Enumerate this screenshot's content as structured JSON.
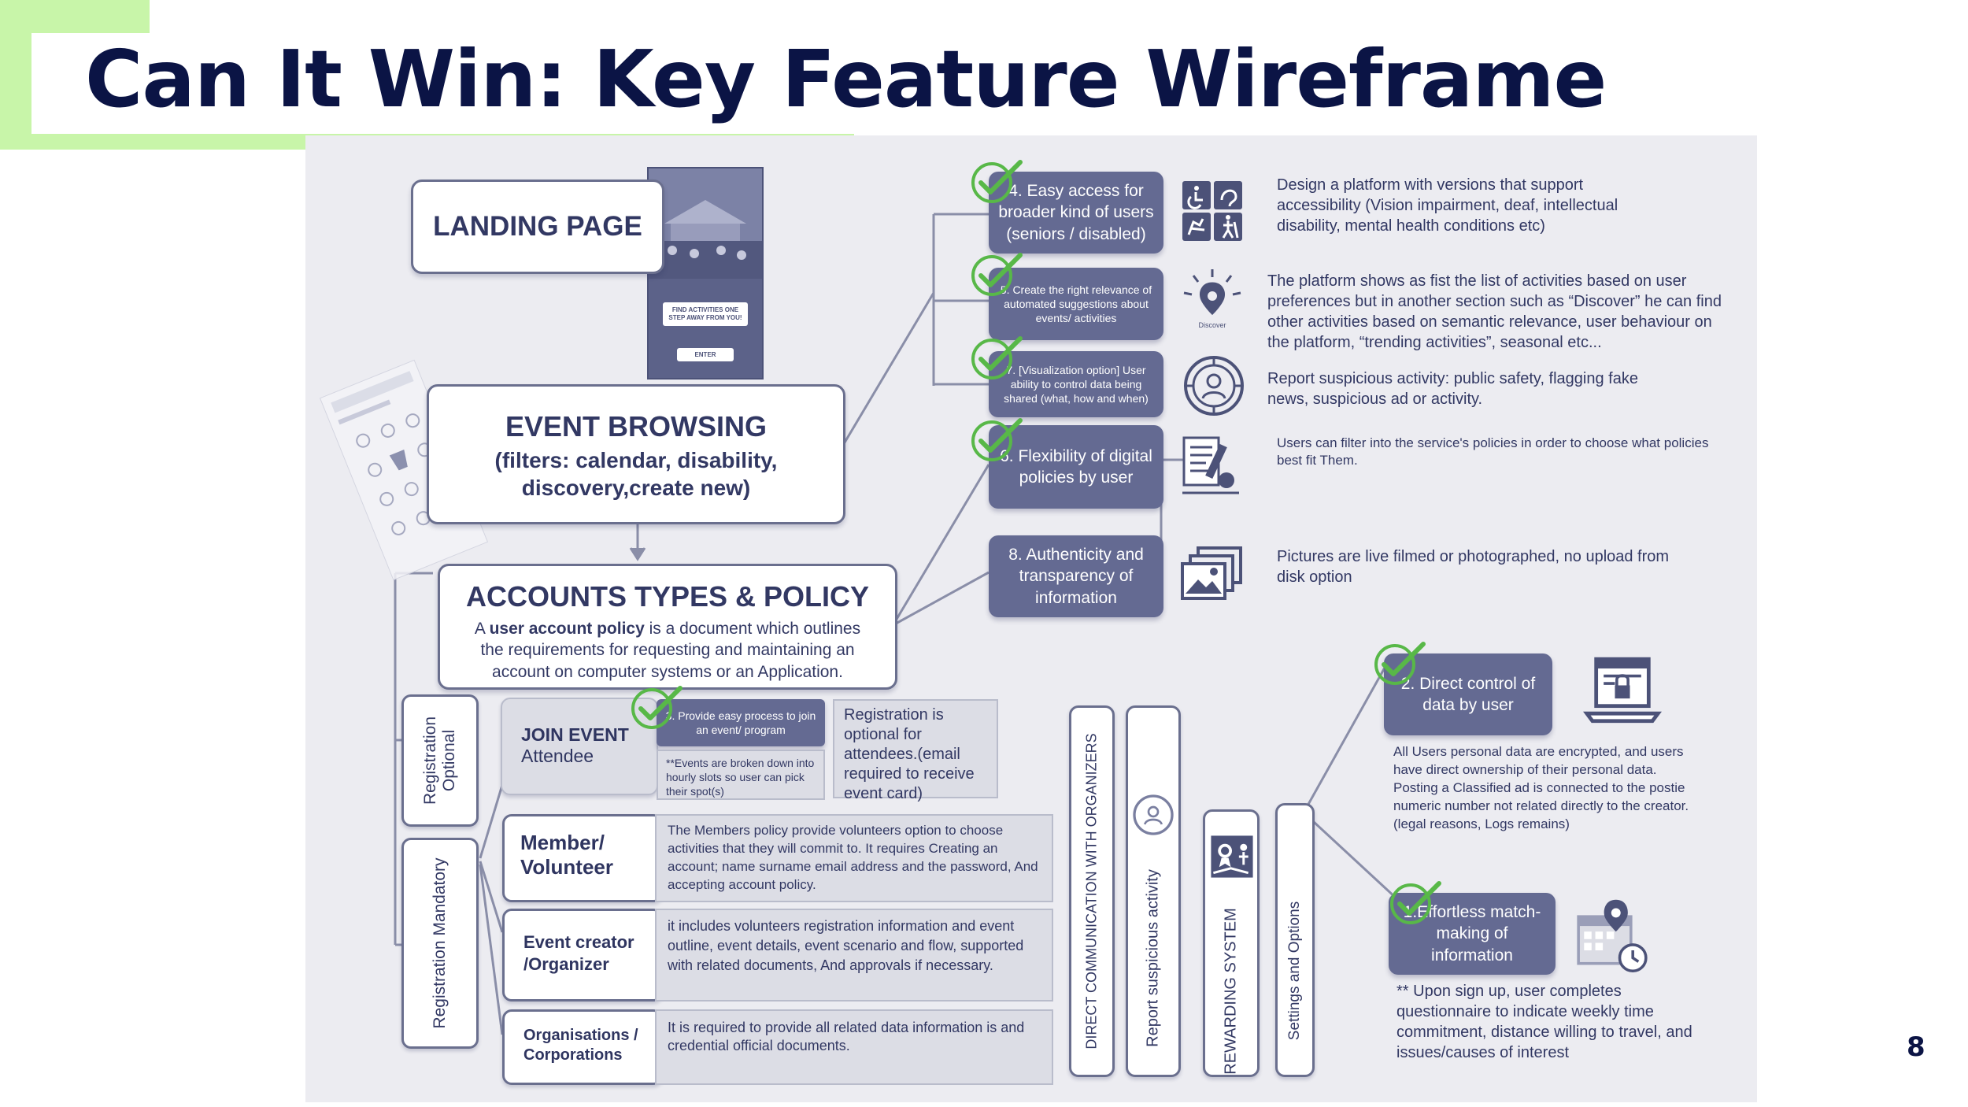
{
  "title": "Can It Win: Key Feature Wireframe",
  "page_number": "8",
  "landing": {
    "title": "LANDING PAGE",
    "phone_text": "FIND ACTIVITIES ONE STEP AWAY FROM YOU!",
    "phone_button": "ENTER"
  },
  "event_browsing": {
    "title": "EVENT BROWSING",
    "subtitle": "(filters: calendar, disability, discovery,create new)"
  },
  "accounts": {
    "title": "ACCOUNTS TYPES & POLICY",
    "desc_prefix": "A ",
    "desc_bold": "user account policy",
    "desc_suffix": " is a document which outlines the requirements for requesting and maintaining an account on computer systems or an Application."
  },
  "features": [
    {
      "label": "4. Easy access for broader kind of users (seniors / disabled)",
      "icon": "accessibility-icon",
      "desc": "Design a platform with versions that support accessibility (Vision impairment, deaf, intellectual disability, mental health conditions etc)"
    },
    {
      "label": "5. Create the right relevance of automated suggestions about events/ activities",
      "icon": "discover-icon",
      "icon_label": "Discover",
      "desc": "The platform shows as fist the list of activities based on user preferences but in another section such as “Discover” he can find other activities based on semantic relevance, user behaviour on the platform, “trending activities”, seasonal etc..."
    },
    {
      "label": "7. [Visualization option] User ability to control data being shared (what, how and when)",
      "icon": "user-shield-icon",
      "desc": "Report suspicious activity: public safety, flagging fake news, suspicious ad or activity."
    },
    {
      "label": "6. Flexibility of digital policies by user",
      "icon": "policy-document-icon",
      "desc": "Users can filter into the service's policies in order to choose what policies best fit Them."
    },
    {
      "label": "8. Authenticity and transparency of information",
      "icon": "photo-gallery-icon",
      "desc": "Pictures are live filmed or photographed, no upload from disk option"
    }
  ],
  "registration": {
    "optional_label": "Registration Optional",
    "mandatory_label": "Registration Mandatory",
    "join_event_title": "JOIN EVENT",
    "join_event_sub": "Attendee",
    "provide_process": "3. Provide easy process to join an event/ program",
    "slots_note": "**Events are broken down into hourly slots so user can pick their spot(s)",
    "optional_note": "Registration is optional for attendees.(email required to receive event card)",
    "rows": [
      {
        "label": "Member/ Volunteer",
        "desc": "The Members policy provide volunteers  option to choose activities that they will commit to. It requires Creating an account; name surname email address and the password, And accepting account policy."
      },
      {
        "label": "Event creator /Organizer",
        "desc": "it includes volunteers registration information and event outline, event details, event scenario and flow, supported with related documents, And approvals if necessary."
      },
      {
        "label": "Organisations / Corporations",
        "desc": "It is required to provide all related data information is and credential official documents."
      }
    ]
  },
  "columns": [
    {
      "label": "DIRECT COMMUNICATION WITH ORGANIZERS"
    },
    {
      "label": "Report suspicious activity",
      "icon": "user-shield-icon"
    },
    {
      "label": "REWARDING SYSTEM",
      "icon": "reward-icon"
    },
    {
      "label": "Settings and Options"
    }
  ],
  "right_features": [
    {
      "label": "2. Direct control of data by user",
      "icon": "secure-laptop-icon",
      "desc": "All Users personal data are encrypted, and users have direct ownership of their personal data. Posting a Classified ad is connected to the postie numeric number not related directly to the creator.(legal reasons, Logs remains)"
    },
    {
      "label": "1.Effortless match-making of information",
      "icon": "calendar-location-icon",
      "desc": "** Upon sign up, user completes questionnaire to indicate weekly time commitment, distance willing to travel, and issues/causes of interest"
    }
  ],
  "colors": {
    "title": "#0b1445",
    "accent": "#c8f5a9",
    "node_dark": "#646a92",
    "check": "#58b848",
    "canvas": "#ececf1"
  }
}
